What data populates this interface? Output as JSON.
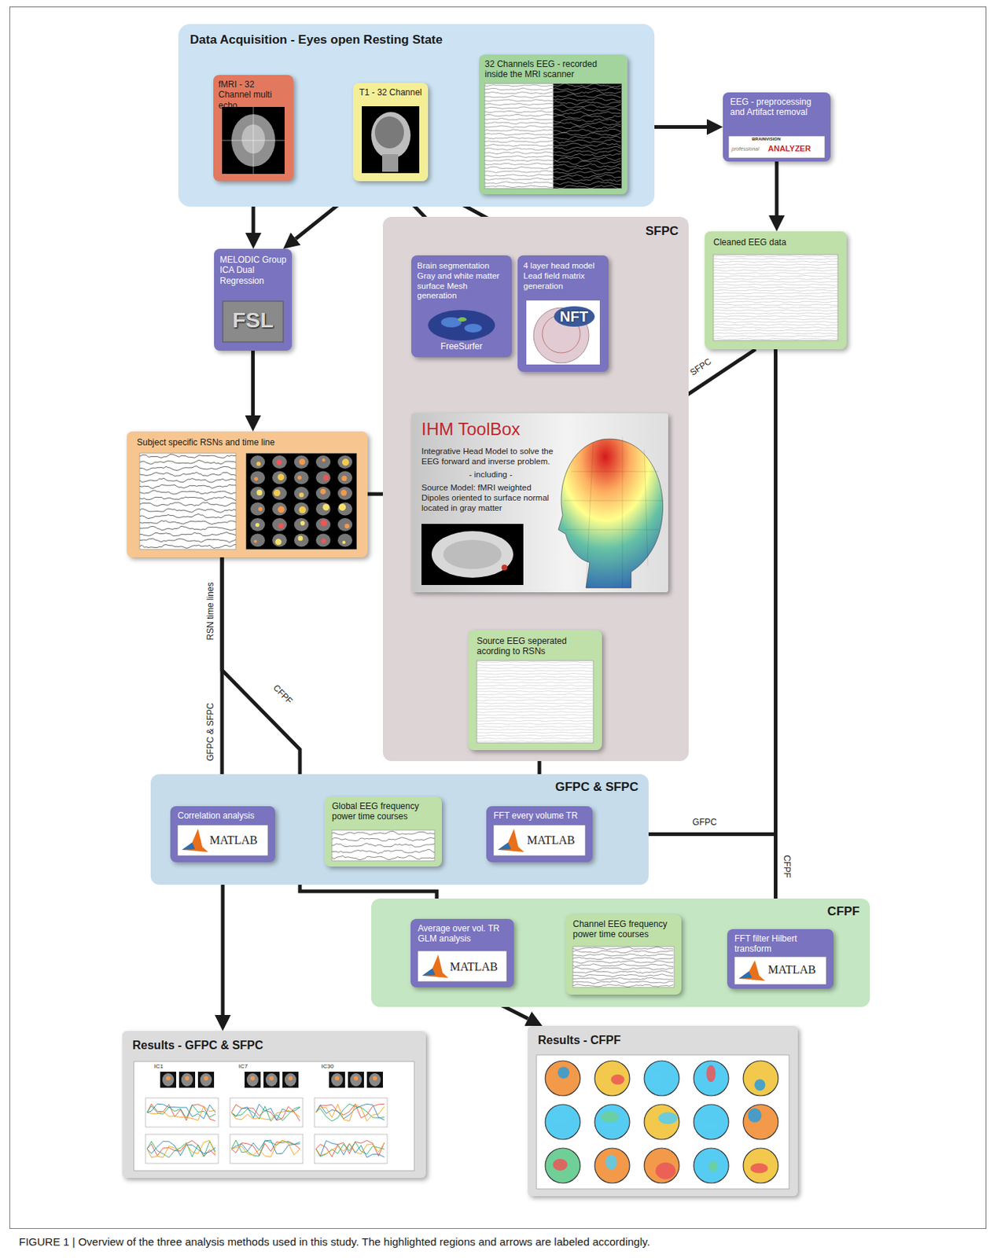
{
  "diagram": {
    "caption": "FIGURE 1 | Overview of the three analysis methods used in this study. The highlighted regions and arrows are labeled accordingly.",
    "nodes": [
      {
        "text": [
          "Data Acquisition - Eyes open Resting State"
        ]
      },
      {
        "text": [
          "fMRI - 32 Channel multi echo"
        ],
        "in": 0
      },
      {
        "text": [
          "T1 - 32 Channel"
        ],
        "in": 0
      },
      {
        "text": [
          "32 Channels EEG - recorded inside the MRI scanner"
        ],
        "in": 0
      },
      {
        "text": [
          "EEG - preprocessing and Artifact removal",
          "BRAINVISION",
          "professional",
          "ANALYZER"
        ]
      },
      {
        "text": [
          "SFPC"
        ]
      },
      {
        "text": [
          "MELODIC Group ICA Dual Regression",
          "FSL"
        ]
      },
      {
        "text": [
          "Brain segmentation Gray and white matter surface Mesh generation",
          "FreeSurfer"
        ],
        "in": 5
      },
      {
        "text": [
          "4 layer head model Lead field matrix generation",
          "NFT"
        ],
        "in": 5
      },
      {
        "text": [
          "Cleaned EEG data"
        ]
      },
      {
        "text": [
          "Subject specific RSNs and time line"
        ]
      },
      {
        "text": [
          "IHM ToolBox",
          "Integrative Head Model to solve the EEG forward and inverse problem.",
          "- including -",
          "Source Model: fMRI weighted Dipoles oriented to surface normal located in gray matter"
        ],
        "in": 5
      },
      {
        "text": [
          "Source EEG seperated acording to RSNs"
        ],
        "in": 5
      },
      {
        "text": [
          "GFPC & SFPC"
        ]
      },
      {
        "text": [
          "Correlation analysis",
          "MATLAB"
        ],
        "in": 13
      },
      {
        "text": [
          "Global EEG frequency power time courses"
        ],
        "in": 13
      },
      {
        "text": [
          "FFT every volume TR",
          "MATLAB"
        ],
        "in": 13
      },
      {
        "text": [
          "CFPF"
        ]
      },
      {
        "text": [
          "Average over vol. TR GLM analysis",
          "MATLAB"
        ],
        "in": 17
      },
      {
        "text": [
          "Channel EEG frequency power time courses"
        ],
        "in": 17
      },
      {
        "text": [
          "FFT filter Hilbert transform",
          "MATLAB"
        ],
        "in": 17
      },
      {
        "text": [
          "Results - GFPC & SFPC"
        ]
      },
      {
        "text": [
          "Results - CFPF"
        ]
      }
    ],
    "edges": [
      {
        "from": 3,
        "to": 4,
        "arrow": "to"
      },
      {
        "from": 4,
        "to": 9,
        "arrow": "to"
      },
      {
        "from": 1,
        "to": 6,
        "arrow": "to"
      },
      {
        "from": 2,
        "to": 6,
        "arrow": "to"
      },
      {
        "from": 2,
        "to": 7,
        "arrow": "to"
      },
      {
        "from": 2,
        "to": 8,
        "arrow": "to"
      },
      {
        "from": 7,
        "to": 11,
        "arrow": "to"
      },
      {
        "from": 8,
        "to": 11,
        "arrow": "to"
      },
      {
        "from": 9,
        "to": 11,
        "label": "SFPC",
        "arrow": "to"
      },
      {
        "from": 6,
        "to": 10,
        "arrow": "to"
      },
      {
        "from": 10,
        "to": 11,
        "arrow": "to"
      },
      {
        "from": 11,
        "to": 12,
        "arrow": "to"
      },
      {
        "from": 12,
        "to": 16,
        "arrow": "to"
      },
      {
        "from": 9,
        "to": 16,
        "label": "GFPC",
        "arrow": "to"
      },
      {
        "from": 9,
        "to": 20,
        "label": "CFPF",
        "arrow": "to"
      },
      {
        "from": 10,
        "to": 14,
        "label": "GFPC & SFPC",
        "arrow": "to"
      },
      {
        "from": 10,
        "to": 18,
        "label": "CFPF",
        "arrow": "to"
      },
      {
        "from": 16,
        "to": 15,
        "arrow": "to"
      },
      {
        "from": 15,
        "to": 14,
        "arrow": "to"
      },
      {
        "from": 14,
        "to": 21,
        "arrow": "to"
      },
      {
        "from": 20,
        "to": 19,
        "arrow": "to"
      },
      {
        "from": 19,
        "to": 18,
        "arrow": "to"
      },
      {
        "from": 18,
        "to": 22,
        "arrow": "to"
      }
    ],
    "labels": [
      "RSN time lines",
      "IC1",
      "IC7",
      "IC30"
    ]
  }
}
